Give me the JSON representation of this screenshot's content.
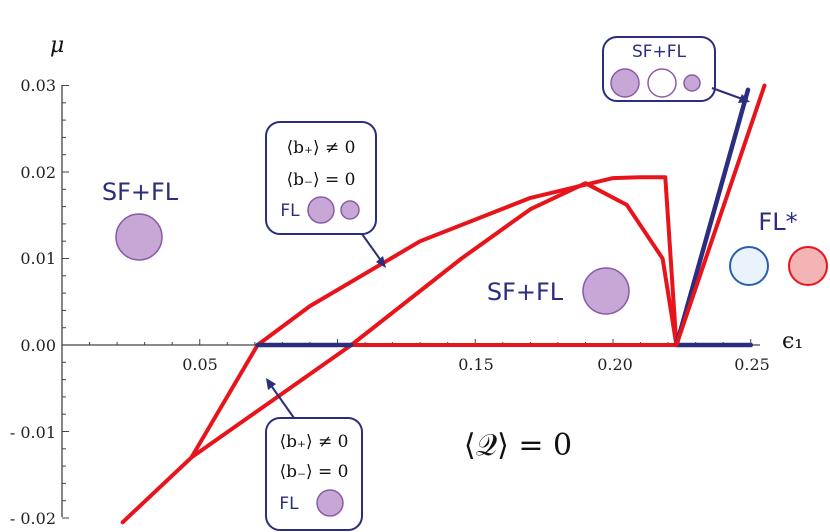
{
  "chart_data": {
    "type": "line",
    "xlabel": "ϵ₁",
    "ylabel": "μ",
    "xlim": [
      0,
      0.25
    ],
    "ylim": [
      -0.02,
      0.03
    ],
    "x_ticks": [
      "0.05",
      "0.15",
      "0.20",
      "0.25"
    ],
    "y_ticks": [
      "0.03",
      "0.02",
      "0.01",
      "0.00",
      "- 0.01",
      "- 0.02"
    ],
    "series": [
      {
        "color": "#e8141c",
        "x": [
          0.022,
          0.047,
          0.071,
          0.09,
          0.13,
          0.17,
          0.2,
          0.21,
          0.219,
          0.223
        ],
        "y": [
          -0.0205,
          -0.013,
          0.0,
          0.0045,
          0.012,
          0.017,
          0.0193,
          0.0194,
          0.0194,
          0.0
        ]
      },
      {
        "color": "#e8141c",
        "x": [
          0.047,
          0.105,
          0.145,
          0.17,
          0.19,
          0.205,
          0.218,
          0.223
        ],
        "y": [
          -0.013,
          0.0,
          0.01,
          0.0157,
          0.0187,
          0.0162,
          0.01,
          0.0
        ]
      },
      {
        "color": "#e8141c",
        "x": [
          0.105,
          0.223
        ],
        "y": [
          0.0,
          0.0
        ]
      },
      {
        "color": "#2b2d7e",
        "x": [
          0.071,
          0.105
        ],
        "y": [
          0.0,
          0.0
        ]
      },
      {
        "color": "#2b2d7e",
        "x": [
          0.223,
          0.25
        ],
        "y": [
          0.0,
          0.0
        ]
      },
      {
        "color": "#2b2d7e",
        "x": [
          0.223,
          0.249
        ],
        "y": [
          0.0,
          0.0295
        ]
      },
      {
        "color": "#e8141c",
        "x": [
          0.223,
          0.255
        ],
        "y": [
          0.0,
          0.03
        ]
      }
    ]
  },
  "labels": {
    "sf_fl_left": "SF+FL",
    "sf_fl_center": "SF+FL",
    "fl_star": "FL*",
    "box_top_right_title": "SF+FL",
    "box_mid_line1": "⟨b₊⟩ ≠ 0",
    "box_mid_line2": "⟨b₋⟩ = 0",
    "box_mid_fl": "FL",
    "box_bottom_line1": "⟨b₊⟩ ≠ 0",
    "box_bottom_line2": "⟨b₋⟩ = 0",
    "box_bottom_fl": "FL",
    "equation": "⟨𝒬⟩ = 0"
  },
  "colors": {
    "red": "#e8141c",
    "navy": "#2b2d7e",
    "purple_fill": "#c6a7d6",
    "purple_stroke": "#8a5ca8",
    "blue_ring": "#2a5fae",
    "pink_fill": "#f3b4b6"
  }
}
